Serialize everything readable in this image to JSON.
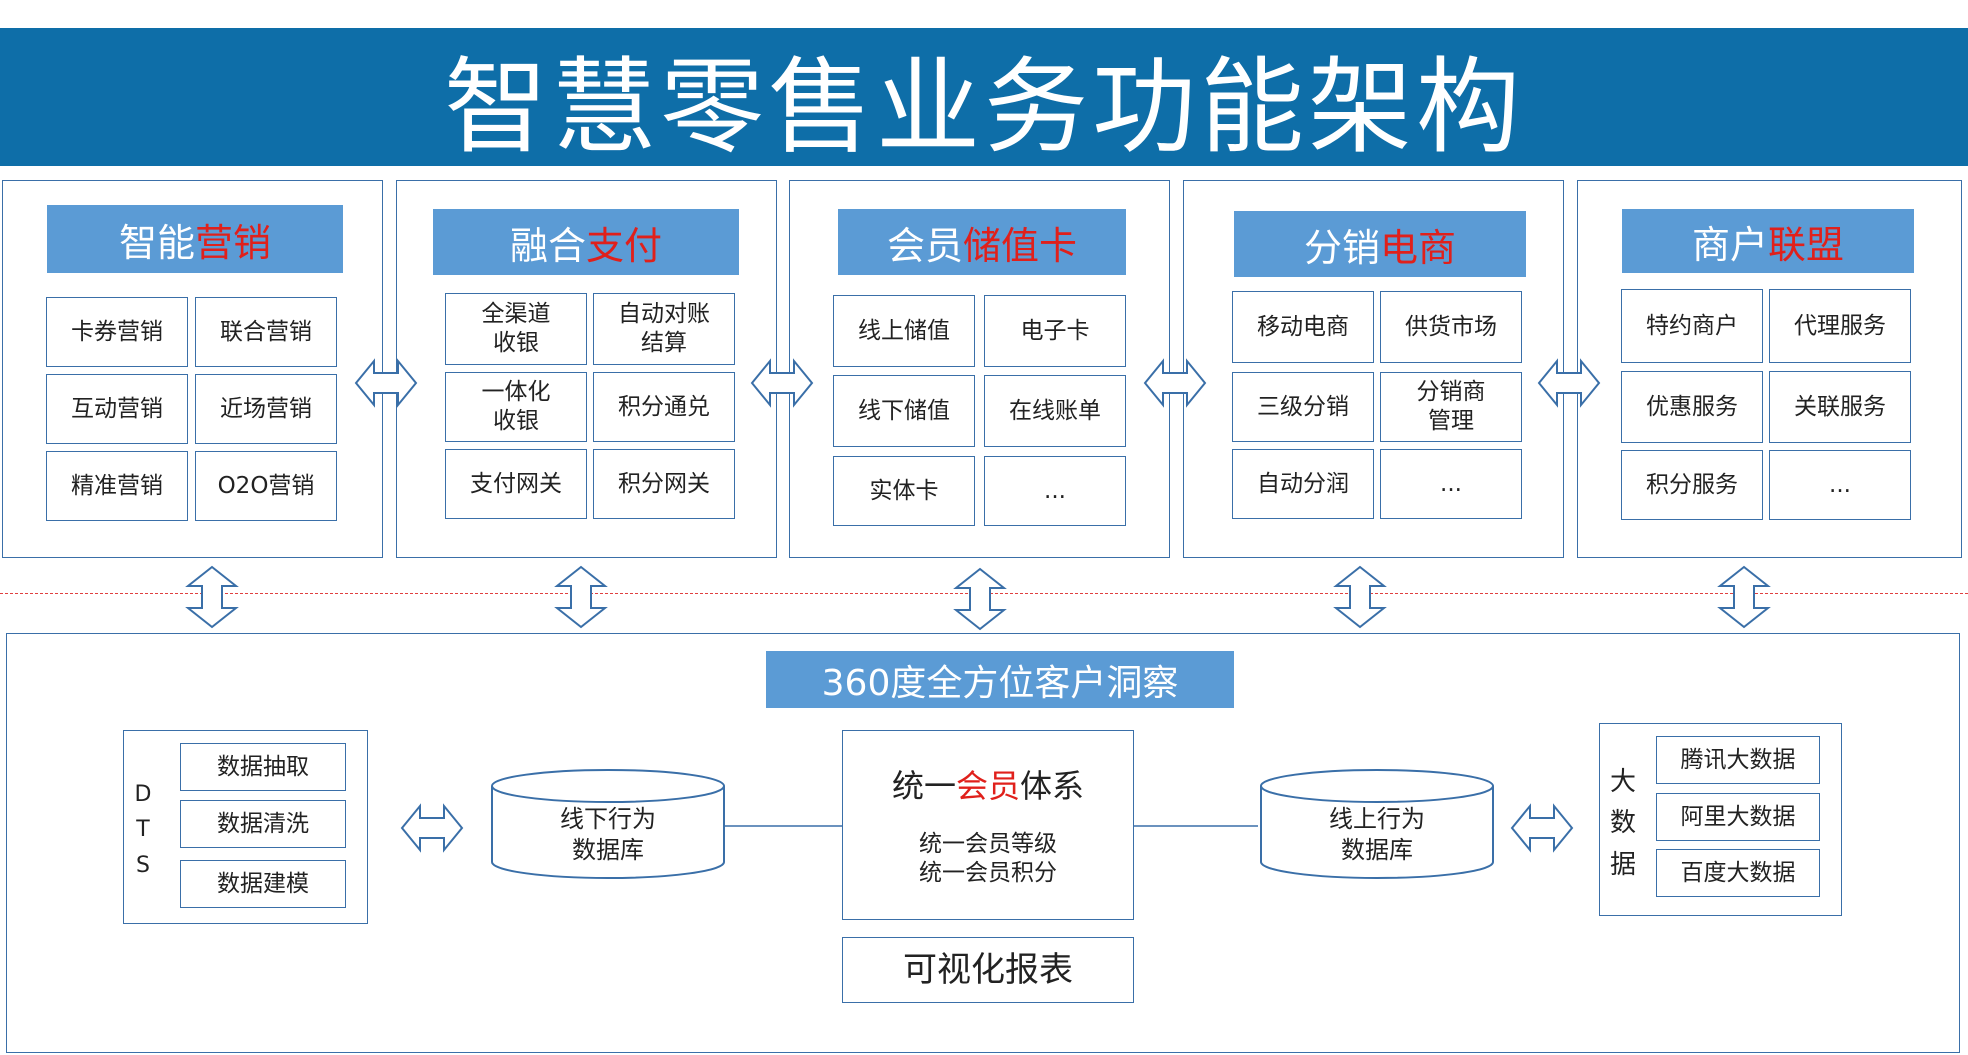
{
  "title": "智慧零售业务功能架构",
  "modules": [
    {
      "head_prefix": "智能",
      "head_highlight": "营销",
      "cells": [
        "卡券营销",
        "联合营销",
        "互动营销",
        "近场营销",
        "精准营销",
        "O2O营销"
      ]
    },
    {
      "head_prefix": "融合",
      "head_highlight": "支付",
      "cells": [
        "全渠道\n收银",
        "自动对账\n结算",
        "一体化\n收银",
        "积分通兑",
        "支付网关",
        "积分网关"
      ]
    },
    {
      "head_prefix": "会员",
      "head_highlight": "储值卡",
      "cells": [
        "线上储值",
        "电子卡",
        "线下储值",
        "在线账单",
        "实体卡",
        "..."
      ]
    },
    {
      "head_prefix": "分销",
      "head_highlight": "电商",
      "cells": [
        "移动电商",
        "供货市场",
        "三级分销",
        "分销商\n管理",
        "自动分润",
        "..."
      ]
    },
    {
      "head_prefix": "商户",
      "head_highlight": "联盟",
      "cells": [
        "特约商户",
        "代理服务",
        "优惠服务",
        "关联服务",
        "积分服务",
        "..."
      ]
    }
  ],
  "bottom": {
    "insight_title": "360度全方位客户洞察",
    "dts_label": [
      "D",
      "T",
      "S"
    ],
    "dts_items": [
      "数据抽取",
      "数据清洗",
      "数据建模"
    ],
    "offline_db": "线下行为\n数据库",
    "online_db": "线上行为\n数据库",
    "member_title_prefix": "统一",
    "member_title_highlight": "会员",
    "member_title_suffix": "体系",
    "member_lines": [
      "统一会员等级",
      "统一会员积分"
    ],
    "report": "可视化报表",
    "bigdata_label": [
      "大",
      "数",
      "据"
    ],
    "bigdata_items": [
      "腾讯大数据",
      "阿里大数据",
      "百度大数据"
    ]
  },
  "colors": {
    "title_bg": "#0e6ea8",
    "header_bg": "#5b9bd5",
    "border": "#3a6fa8",
    "highlight": "#e0201b",
    "divider": "#e04040"
  }
}
